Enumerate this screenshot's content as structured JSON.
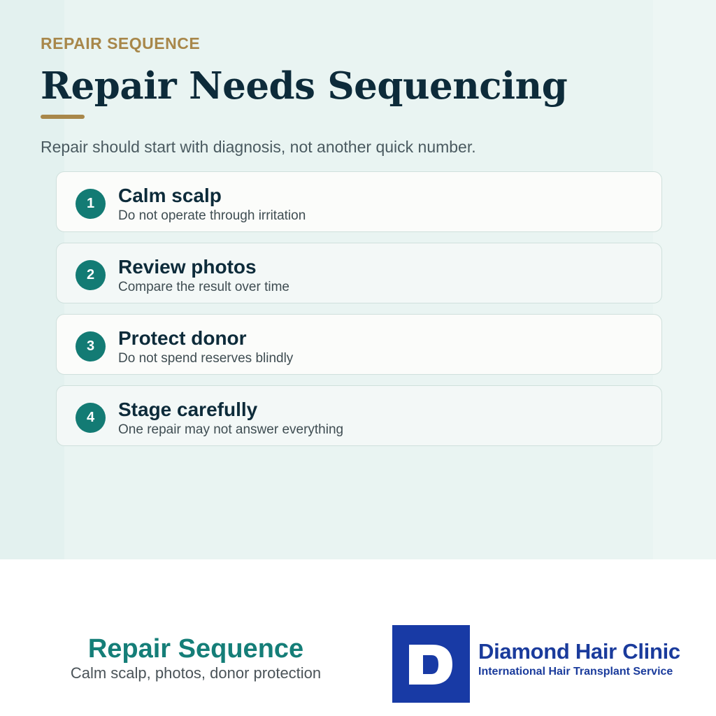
{
  "header": {
    "eyebrow": "REPAIR SEQUENCE",
    "title": "Repair Needs Sequencing",
    "intro": "Repair should start with diagnosis, not another quick number."
  },
  "steps": [
    {
      "number": "1",
      "title": "Calm scalp",
      "description": "Do not operate through irritation"
    },
    {
      "number": "2",
      "title": "Review photos",
      "description": "Compare the result over time"
    },
    {
      "number": "3",
      "title": "Protect donor",
      "description": "Do not spend reserves blindly"
    },
    {
      "number": "4",
      "title": "Stage carefully",
      "description": "One repair may not answer everything"
    }
  ],
  "footer": {
    "title": "Repair Sequence",
    "subtitle": "Calm scalp, photos, donor protection"
  },
  "brand": {
    "logo_letter": "D",
    "name": "Diamond Hair Clinic",
    "tagline": "International Hair Transplant Service"
  },
  "colors": {
    "accent_gold": "#a8874a",
    "accent_teal": "#137b74",
    "heading_navy": "#0d2b3a",
    "brand_blue": "#183aa5"
  }
}
